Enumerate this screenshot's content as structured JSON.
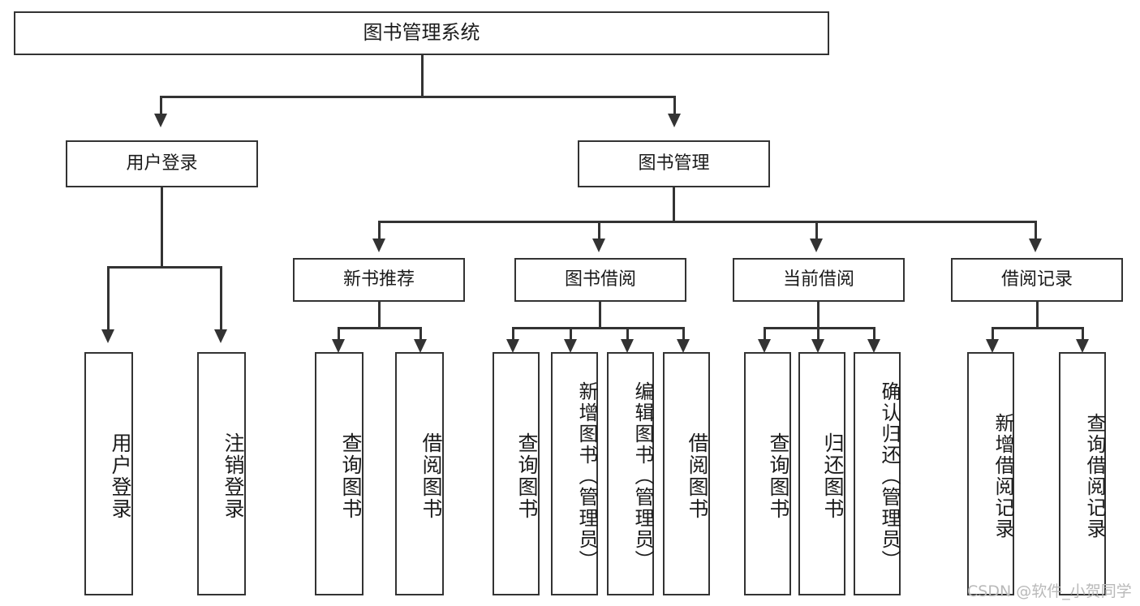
{
  "diagram": {
    "title": "图书管理系统",
    "root": {
      "label": "图书管理系统"
    },
    "level2": [
      {
        "label": "用户登录"
      },
      {
        "label": "图书管理"
      }
    ],
    "level3": [
      {
        "label": "新书推荐"
      },
      {
        "label": "图书借阅"
      },
      {
        "label": "当前借阅"
      },
      {
        "label": "借阅记录"
      }
    ],
    "leaves": {
      "user_login": [
        {
          "label": "用户登录"
        },
        {
          "label": "注销登录"
        }
      ],
      "new_book_recommend": [
        {
          "label": "查询图书"
        },
        {
          "label": "借阅图书"
        }
      ],
      "book_borrow": [
        {
          "label": "查询图书"
        },
        {
          "label": "新增图书（管理员）"
        },
        {
          "label": "编辑图书（管理员）"
        },
        {
          "label": "借阅图书"
        }
      ],
      "current_borrow": [
        {
          "label": "查询图书"
        },
        {
          "label": "归还图书"
        },
        {
          "label": "确认归还（管理员）"
        }
      ],
      "borrow_record": [
        {
          "label": "新增借阅记录"
        },
        {
          "label": "查询借阅记录"
        }
      ]
    }
  },
  "watermark": {
    "text": "CSDN @软件_小贺同学"
  },
  "colors": {
    "stroke": "#333333",
    "box_fill": "#ffffff",
    "text": "#1b1b1b",
    "watermark": "#b9b9b9"
  }
}
